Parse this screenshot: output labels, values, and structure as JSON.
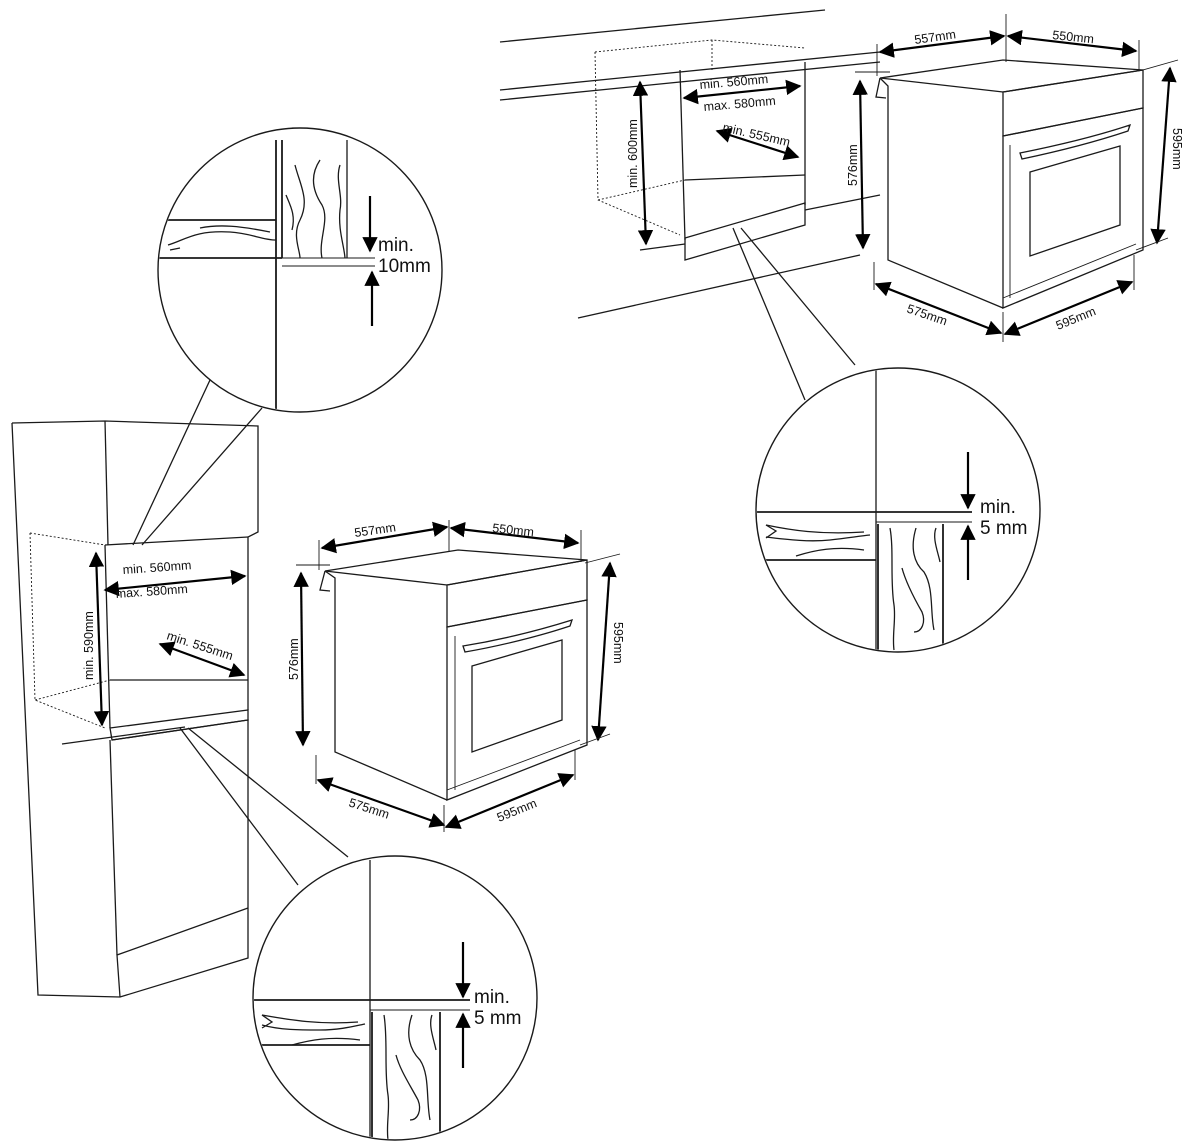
{
  "tall_unit": {
    "niche_width_min": "min. 560mm",
    "niche_width_max": "max. 580mm",
    "niche_depth": "min. 555mm",
    "niche_height": "min. 590mm",
    "detail_top_line1": "min.",
    "detail_top_line2": "10mm",
    "detail_bottom_line1": "min.",
    "detail_bottom_line2": "5 mm"
  },
  "under_counter": {
    "niche_width_min": "min. 560mm",
    "niche_width_max": "max. 580mm",
    "niche_depth": "min. 555mm",
    "niche_height": "min. 600mm",
    "detail_line1": "min.",
    "detail_line2": "5 mm"
  },
  "oven_left": {
    "top_depth": "557mm",
    "top_width": "550mm",
    "side_height": "576mm",
    "front_height": "595mm",
    "bottom_depth": "575mm",
    "bottom_width": "595mm"
  },
  "oven_right": {
    "top_depth": "557mm",
    "top_width": "550mm",
    "side_height": "576mm",
    "front_height": "595mm",
    "bottom_depth": "575mm",
    "bottom_width": "595mm"
  }
}
